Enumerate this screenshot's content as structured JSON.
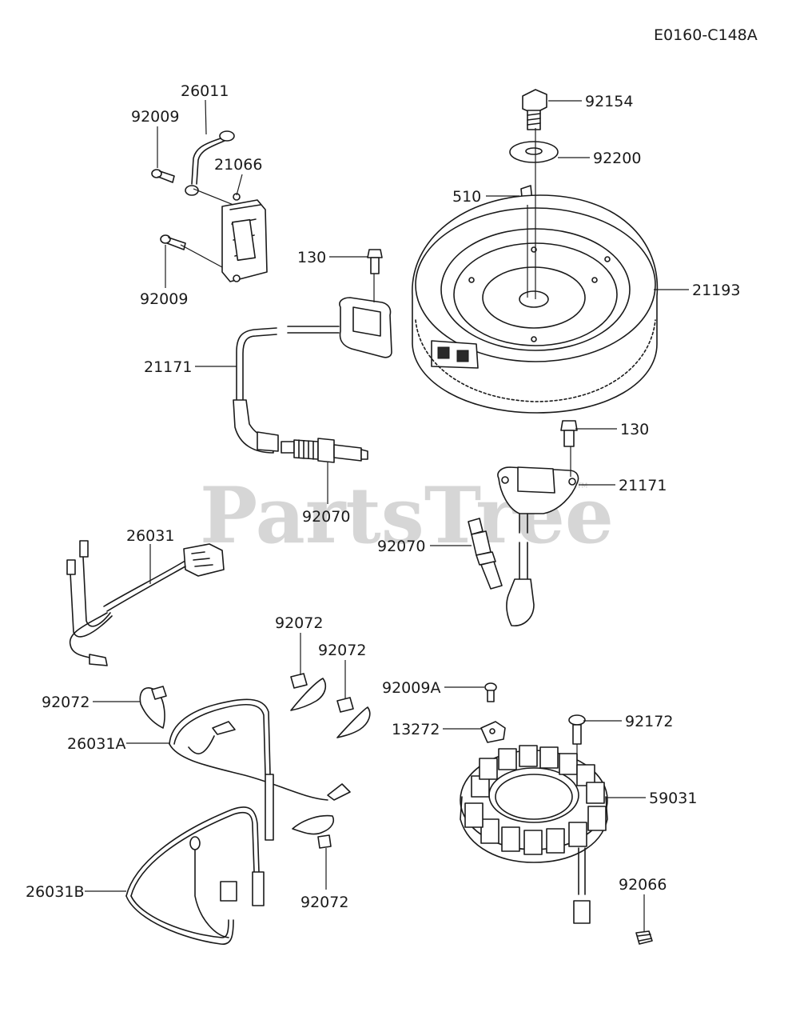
{
  "diagram_code": "E0160-C148A",
  "watermark": "PartsTree",
  "watermark_tm": "TM",
  "labels": {
    "p26011": "26011",
    "p92009_top": "92009",
    "p21066": "21066",
    "p92009_bot": "92009",
    "p130_a": "130",
    "p21171_a": "21171",
    "p92070_a": "92070",
    "p92154": "92154",
    "p92200": "92200",
    "p510": "510",
    "p21193": "21193",
    "p130_b": "130",
    "p21171_b": "21171",
    "p92070_b": "92070",
    "p26031": "26031",
    "p92072_a": "92072",
    "p92072_b": "92072",
    "p92072_c": "92072",
    "p92072_d": "92072",
    "p26031A": "26031A",
    "p26031B": "26031B",
    "p92009A": "92009A",
    "p13272": "13272",
    "p92172": "92172",
    "p59031": "59031",
    "p92066": "92066"
  }
}
